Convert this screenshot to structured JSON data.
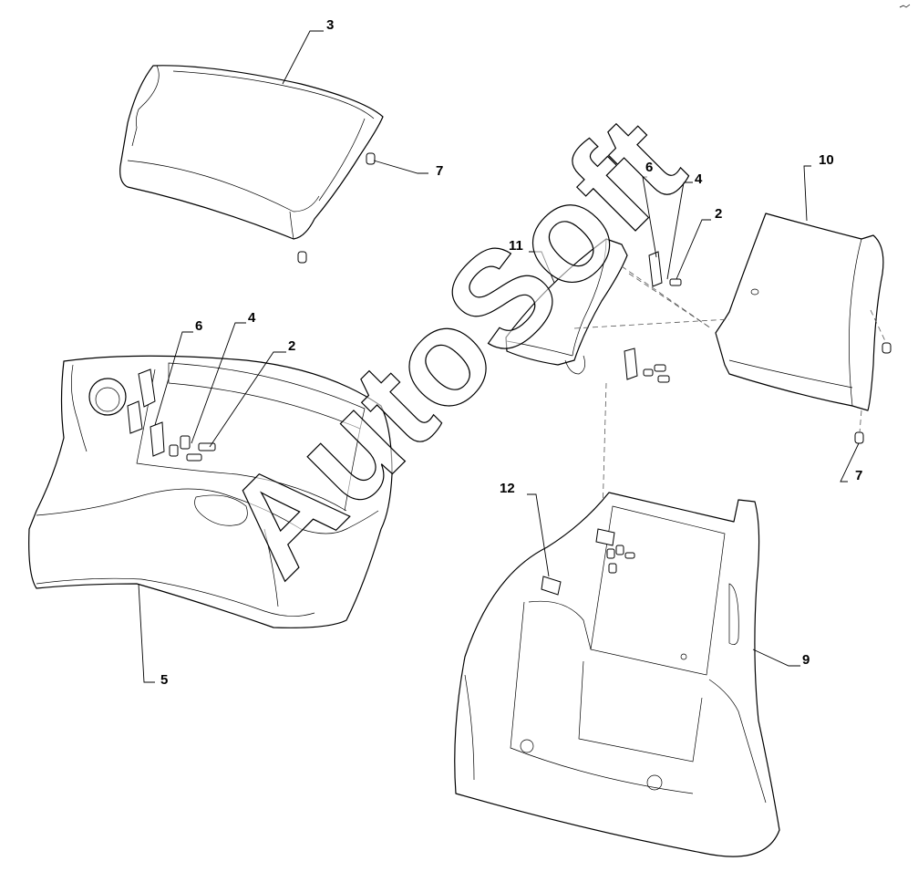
{
  "diagram": {
    "callouts": [
      {
        "id": "c-3",
        "label": "3"
      },
      {
        "id": "c-7a",
        "label": "7"
      },
      {
        "id": "c-6a",
        "label": "6"
      },
      {
        "id": "c-4a",
        "label": "4"
      },
      {
        "id": "c-2a",
        "label": "2"
      },
      {
        "id": "c-5",
        "label": "5"
      },
      {
        "id": "c-6b",
        "label": "6"
      },
      {
        "id": "c-4b",
        "label": "4"
      },
      {
        "id": "c-2b",
        "label": "2"
      },
      {
        "id": "c-10",
        "label": "10"
      },
      {
        "id": "c-11",
        "label": "11"
      },
      {
        "id": "c-7b",
        "label": "7"
      },
      {
        "id": "c-12",
        "label": "12"
      },
      {
        "id": "c-9",
        "label": "9"
      }
    ],
    "watermark": "AutoSoft"
  }
}
